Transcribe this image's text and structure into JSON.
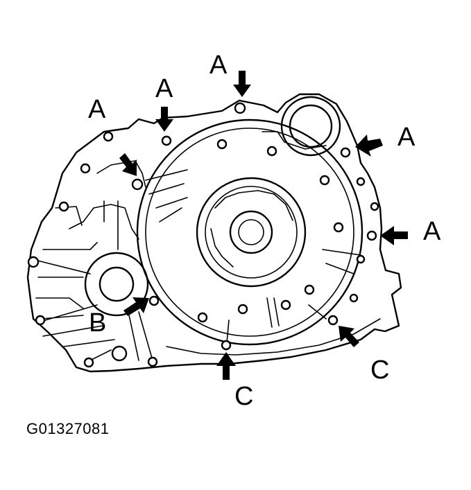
{
  "figure": {
    "caption": "G01327081",
    "callouts": {
      "a1": "A",
      "a2": "A",
      "a3": "A",
      "a4": "A",
      "a5": "A",
      "b": "B",
      "c1": "C",
      "c2": "C"
    }
  }
}
